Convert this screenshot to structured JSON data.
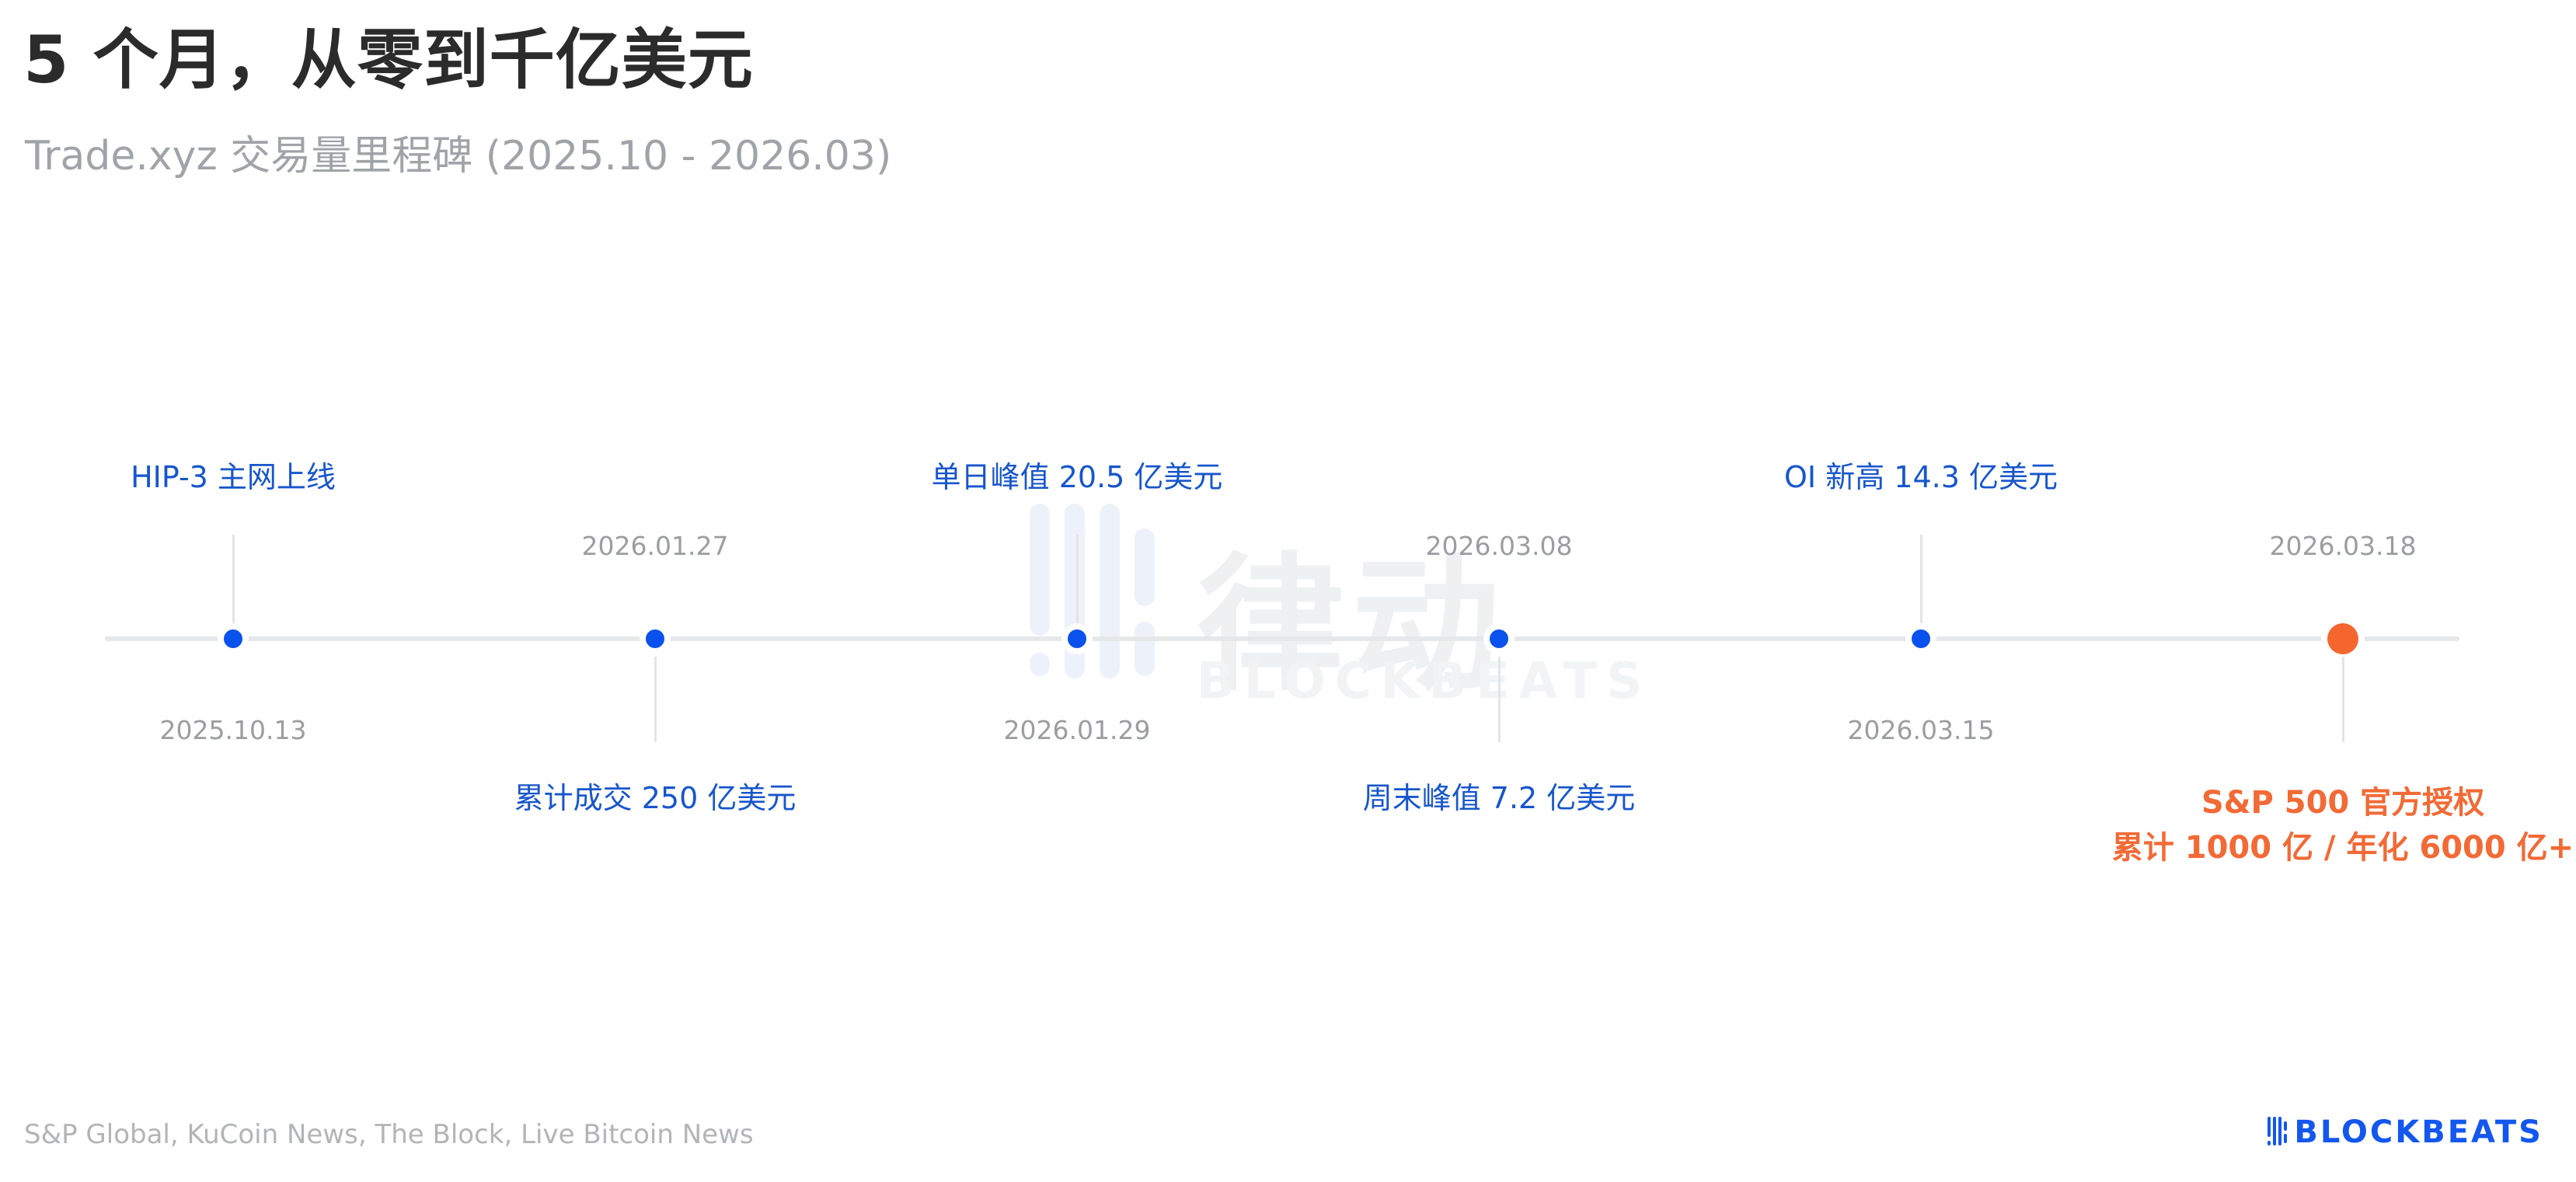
{
  "header": {
    "title": "5 个月，从零到千亿美元",
    "subtitle": "Trade.xyz 交易量里程碑 (2025.10 - 2026.03)"
  },
  "watermark": {
    "text": "律动",
    "subtext": "BLOCKBEATS"
  },
  "timeline": {
    "axis_color": "#e6e7e9",
    "dot_color": "#0a52ee",
    "highlight_color": "#f5662f",
    "label_color": "#1756cc",
    "events": [
      {
        "date": "2025.10.13",
        "label": "HIP-3 主网上线",
        "label_position": "above",
        "highlight": false
      },
      {
        "date": "2026.01.27",
        "label": "累计成交 250 亿美元",
        "label_position": "below",
        "highlight": false
      },
      {
        "date": "2026.01.29",
        "label": "单日峰值 20.5 亿美元",
        "label_position": "above",
        "highlight": false
      },
      {
        "date": "2026.03.08",
        "label": "周末峰值 7.2 亿美元",
        "label_position": "below",
        "highlight": false
      },
      {
        "date": "2026.03.15",
        "label": "OI 新高 14.3 亿美元",
        "label_position": "above",
        "highlight": false
      },
      {
        "date": "2026.03.18",
        "label": "S&P 500 官方授权",
        "label_line2": "累计 1000 亿 / 年化 6000 亿+",
        "label_position": "below",
        "highlight": true
      }
    ]
  },
  "footer": {
    "sources": "S&P Global, KuCoin News, The Block, Live Bitcoin News",
    "brand": "BLOCKBEATS"
  }
}
